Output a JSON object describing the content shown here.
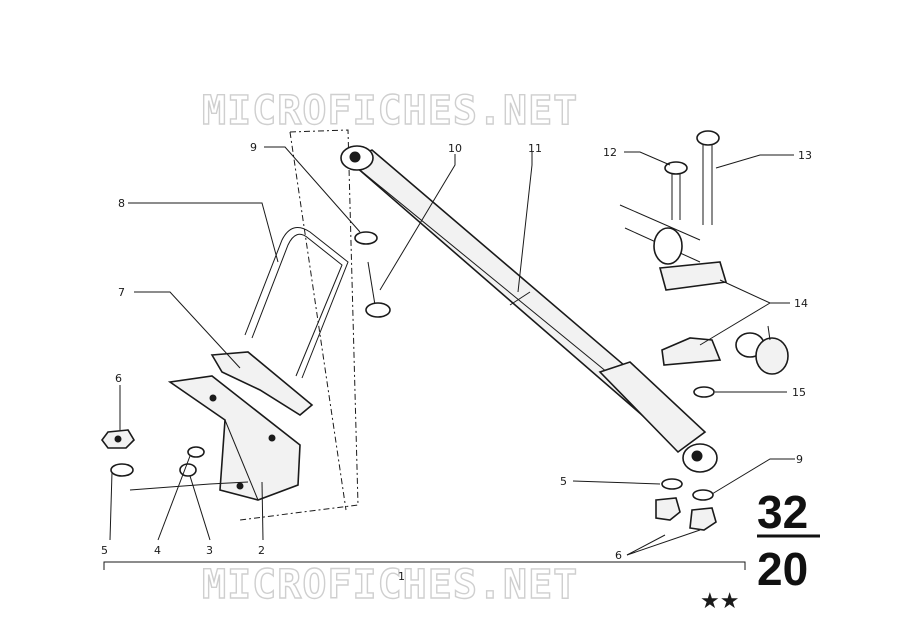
{
  "watermark": "MICROFICHES.NET",
  "page_ref": {
    "top": "32",
    "bottom": "20",
    "stars": "★★"
  },
  "callouts": {
    "c1": "1",
    "c2": "2",
    "c3": "3",
    "c4": "4",
    "c5a": "5",
    "c5b": "5",
    "c6a": "6",
    "c6b": "6",
    "c7": "7",
    "c8": "8",
    "c9a": "9",
    "c9b": "9",
    "c10": "10",
    "c11": "11",
    "c12": "12",
    "c13": "13",
    "c14": "14",
    "c15": "15"
  }
}
